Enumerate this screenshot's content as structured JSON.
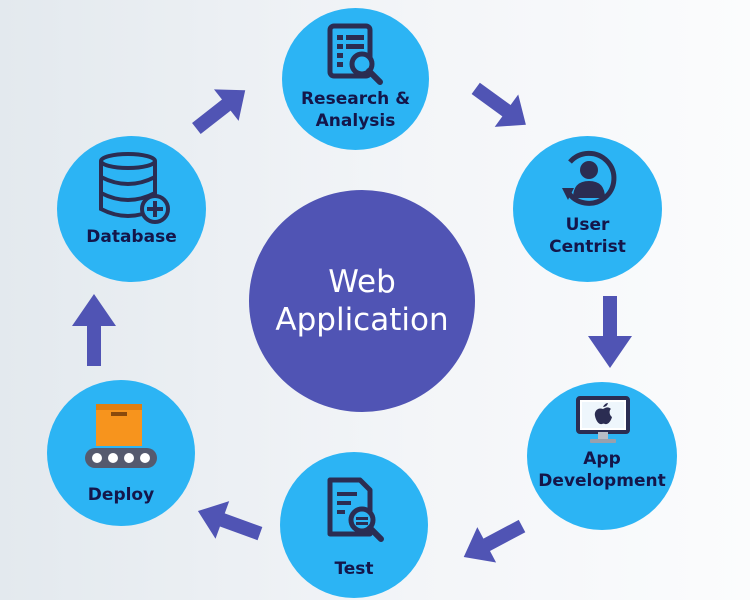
{
  "center": {
    "line1": "Web",
    "line2": "Application"
  },
  "nodes": {
    "research": {
      "line1": "Research &",
      "line2": "Analysis",
      "icon": "document-magnifier-icon"
    },
    "user": {
      "line1": "User",
      "line2": "Centrist",
      "icon": "user-refresh-icon"
    },
    "app": {
      "line1": "App",
      "line2": "Development",
      "icon": "monitor-apple-icon"
    },
    "test": {
      "line1": "Test",
      "icon": "document-search-icon"
    },
    "deploy": {
      "line1": "Deploy",
      "icon": "conveyor-box-icon"
    },
    "database": {
      "line1": "Database",
      "icon": "database-plus-icon"
    }
  },
  "colors": {
    "center_fill": "#5054b4",
    "node_fill": "#2cb4f4",
    "arrow_fill": "#5054b4",
    "label_text": "#14164a",
    "icon_stroke": "#2b2d52"
  }
}
